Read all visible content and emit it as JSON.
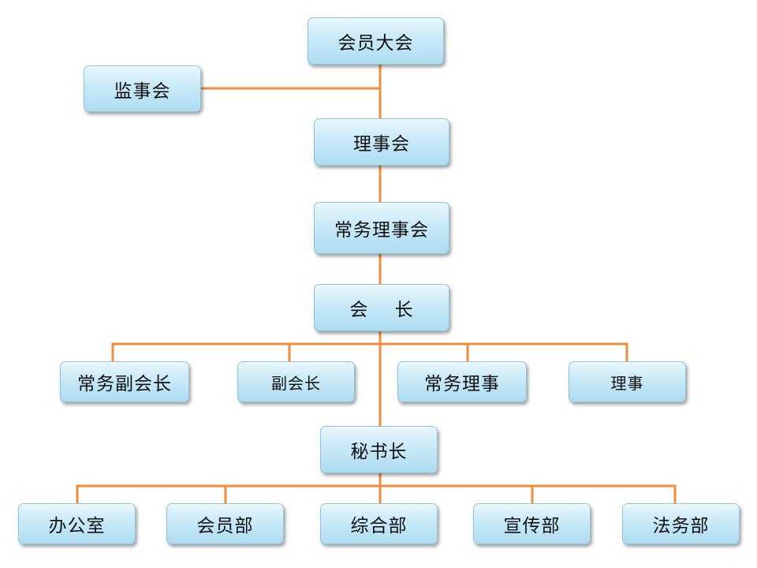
{
  "diagram": {
    "line_color": "#f08c3c",
    "node_color": "#bfe5f6",
    "nodes": {
      "general_assembly": "会员大会",
      "supervisory_board": "监事会",
      "council": "理事会",
      "standing_council": "常务理事会",
      "president": "会    长",
      "executive_vp": "常务副会长",
      "vice_president": "副会长",
      "standing_director": "常务理事",
      "director": "理事",
      "secretary_general": "秘书长",
      "office": "办公室",
      "membership_dept": "会员部",
      "general_dept": "综合部",
      "publicity_dept": "宣传部",
      "legal_dept": "法务部"
    }
  }
}
